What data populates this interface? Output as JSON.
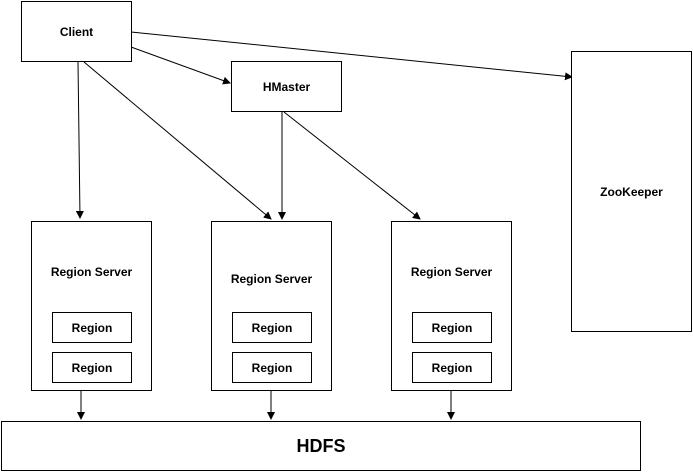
{
  "diagram": {
    "client": "Client",
    "hmaster": "HMaster",
    "zookeeper": "ZooKeeper",
    "hdfs": "HDFS",
    "region_servers": [
      {
        "label": "Region Server",
        "regions": [
          "Region",
          "Region"
        ]
      },
      {
        "label": "Region Server",
        "regions": [
          "Region",
          "Region"
        ]
      },
      {
        "label": "Region Server",
        "regions": [
          "Region",
          "Region"
        ]
      }
    ]
  },
  "colors": {
    "stroke": "#000000",
    "fill": "#ffffff"
  }
}
